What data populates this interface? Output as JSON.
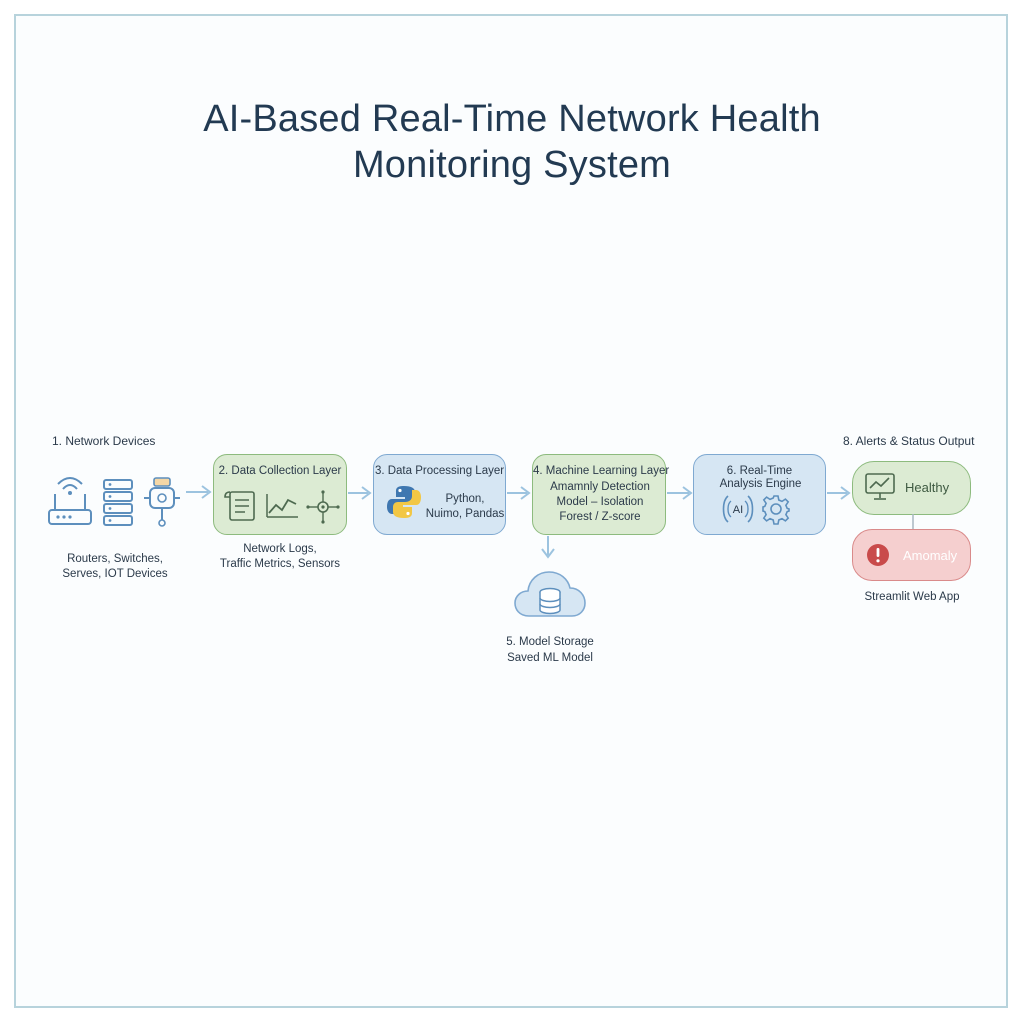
{
  "title": {
    "line1": "AI-Based Real-Time Network Health",
    "line2": "Monitoring System"
  },
  "stages": {
    "network_devices": {
      "heading": "1. Network Devices",
      "caption_line1": "Routers, Switches,",
      "caption_line2": "Serves, IOT Devices"
    },
    "data_collection": {
      "heading": "2. Data Collection Layer",
      "caption_line1": "Network Logs,",
      "caption_line2": "Traffic Metrics, Sensors"
    },
    "data_processing": {
      "heading": "3. Data Processing Layer",
      "body_line1": "Python,",
      "body_line2": "Nuimo, Pandas"
    },
    "machine_learning": {
      "heading": "4. Machine Learning Layer",
      "body_line1": "Amamnly Detection",
      "body_line2": "Model – Isolation",
      "body_line3": "Forest / Z-score"
    },
    "model_storage": {
      "heading": "5. Model Storage",
      "caption": "Saved ML Model"
    },
    "analysis_engine": {
      "heading": "6. Real-Time",
      "heading_line2": "Analysis Engine",
      "ai_text": "AI"
    },
    "alerts": {
      "heading": "8. Alerts & Status Output",
      "healthy": "Healthy",
      "anomaly": "Amomaly",
      "caption": "Streamlit Web App"
    }
  },
  "colors": {
    "green_fill": "#dcebd3",
    "blue_fill": "#d6e6f3",
    "red_fill": "#f5cfcf",
    "arrow": "#9cc3df",
    "title": "#223a52"
  },
  "icons": [
    "wifi-router-icon",
    "server-rack-icon",
    "iot-sensor-icon",
    "document-icon",
    "line-chart-icon",
    "network-node-icon",
    "python-logo-icon",
    "ai-chip-icon",
    "gear-icon",
    "monitor-chart-icon",
    "exclamation-icon",
    "cloud-database-icon"
  ]
}
